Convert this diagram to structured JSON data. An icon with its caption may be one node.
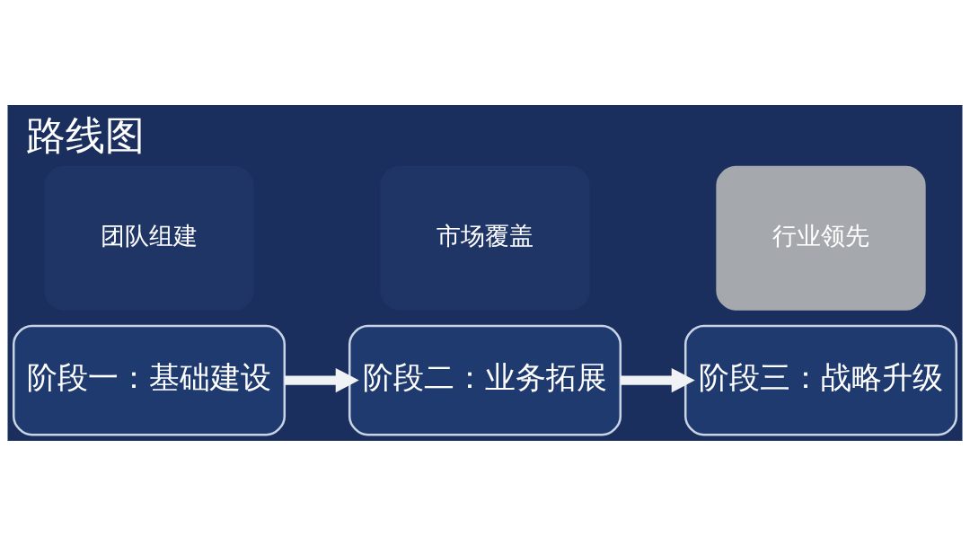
{
  "diagram": {
    "title": "路线图",
    "nodes": [
      {
        "text": [
          "阶段一：基础建设"
        ]
      },
      {
        "text": [
          "团队组建"
        ]
      },
      {
        "text": [
          "阶段二：业务拓展"
        ]
      },
      {
        "text": [
          "市场覆盖"
        ]
      },
      {
        "text": [
          "阶段三：战略升级"
        ]
      },
      {
        "text": [
          "行业领先"
        ]
      }
    ],
    "edges": [
      {
        "from": 0,
        "to": 2,
        "arrow": "to"
      },
      {
        "from": 2,
        "to": 4,
        "arrow": "to"
      }
    ]
  }
}
